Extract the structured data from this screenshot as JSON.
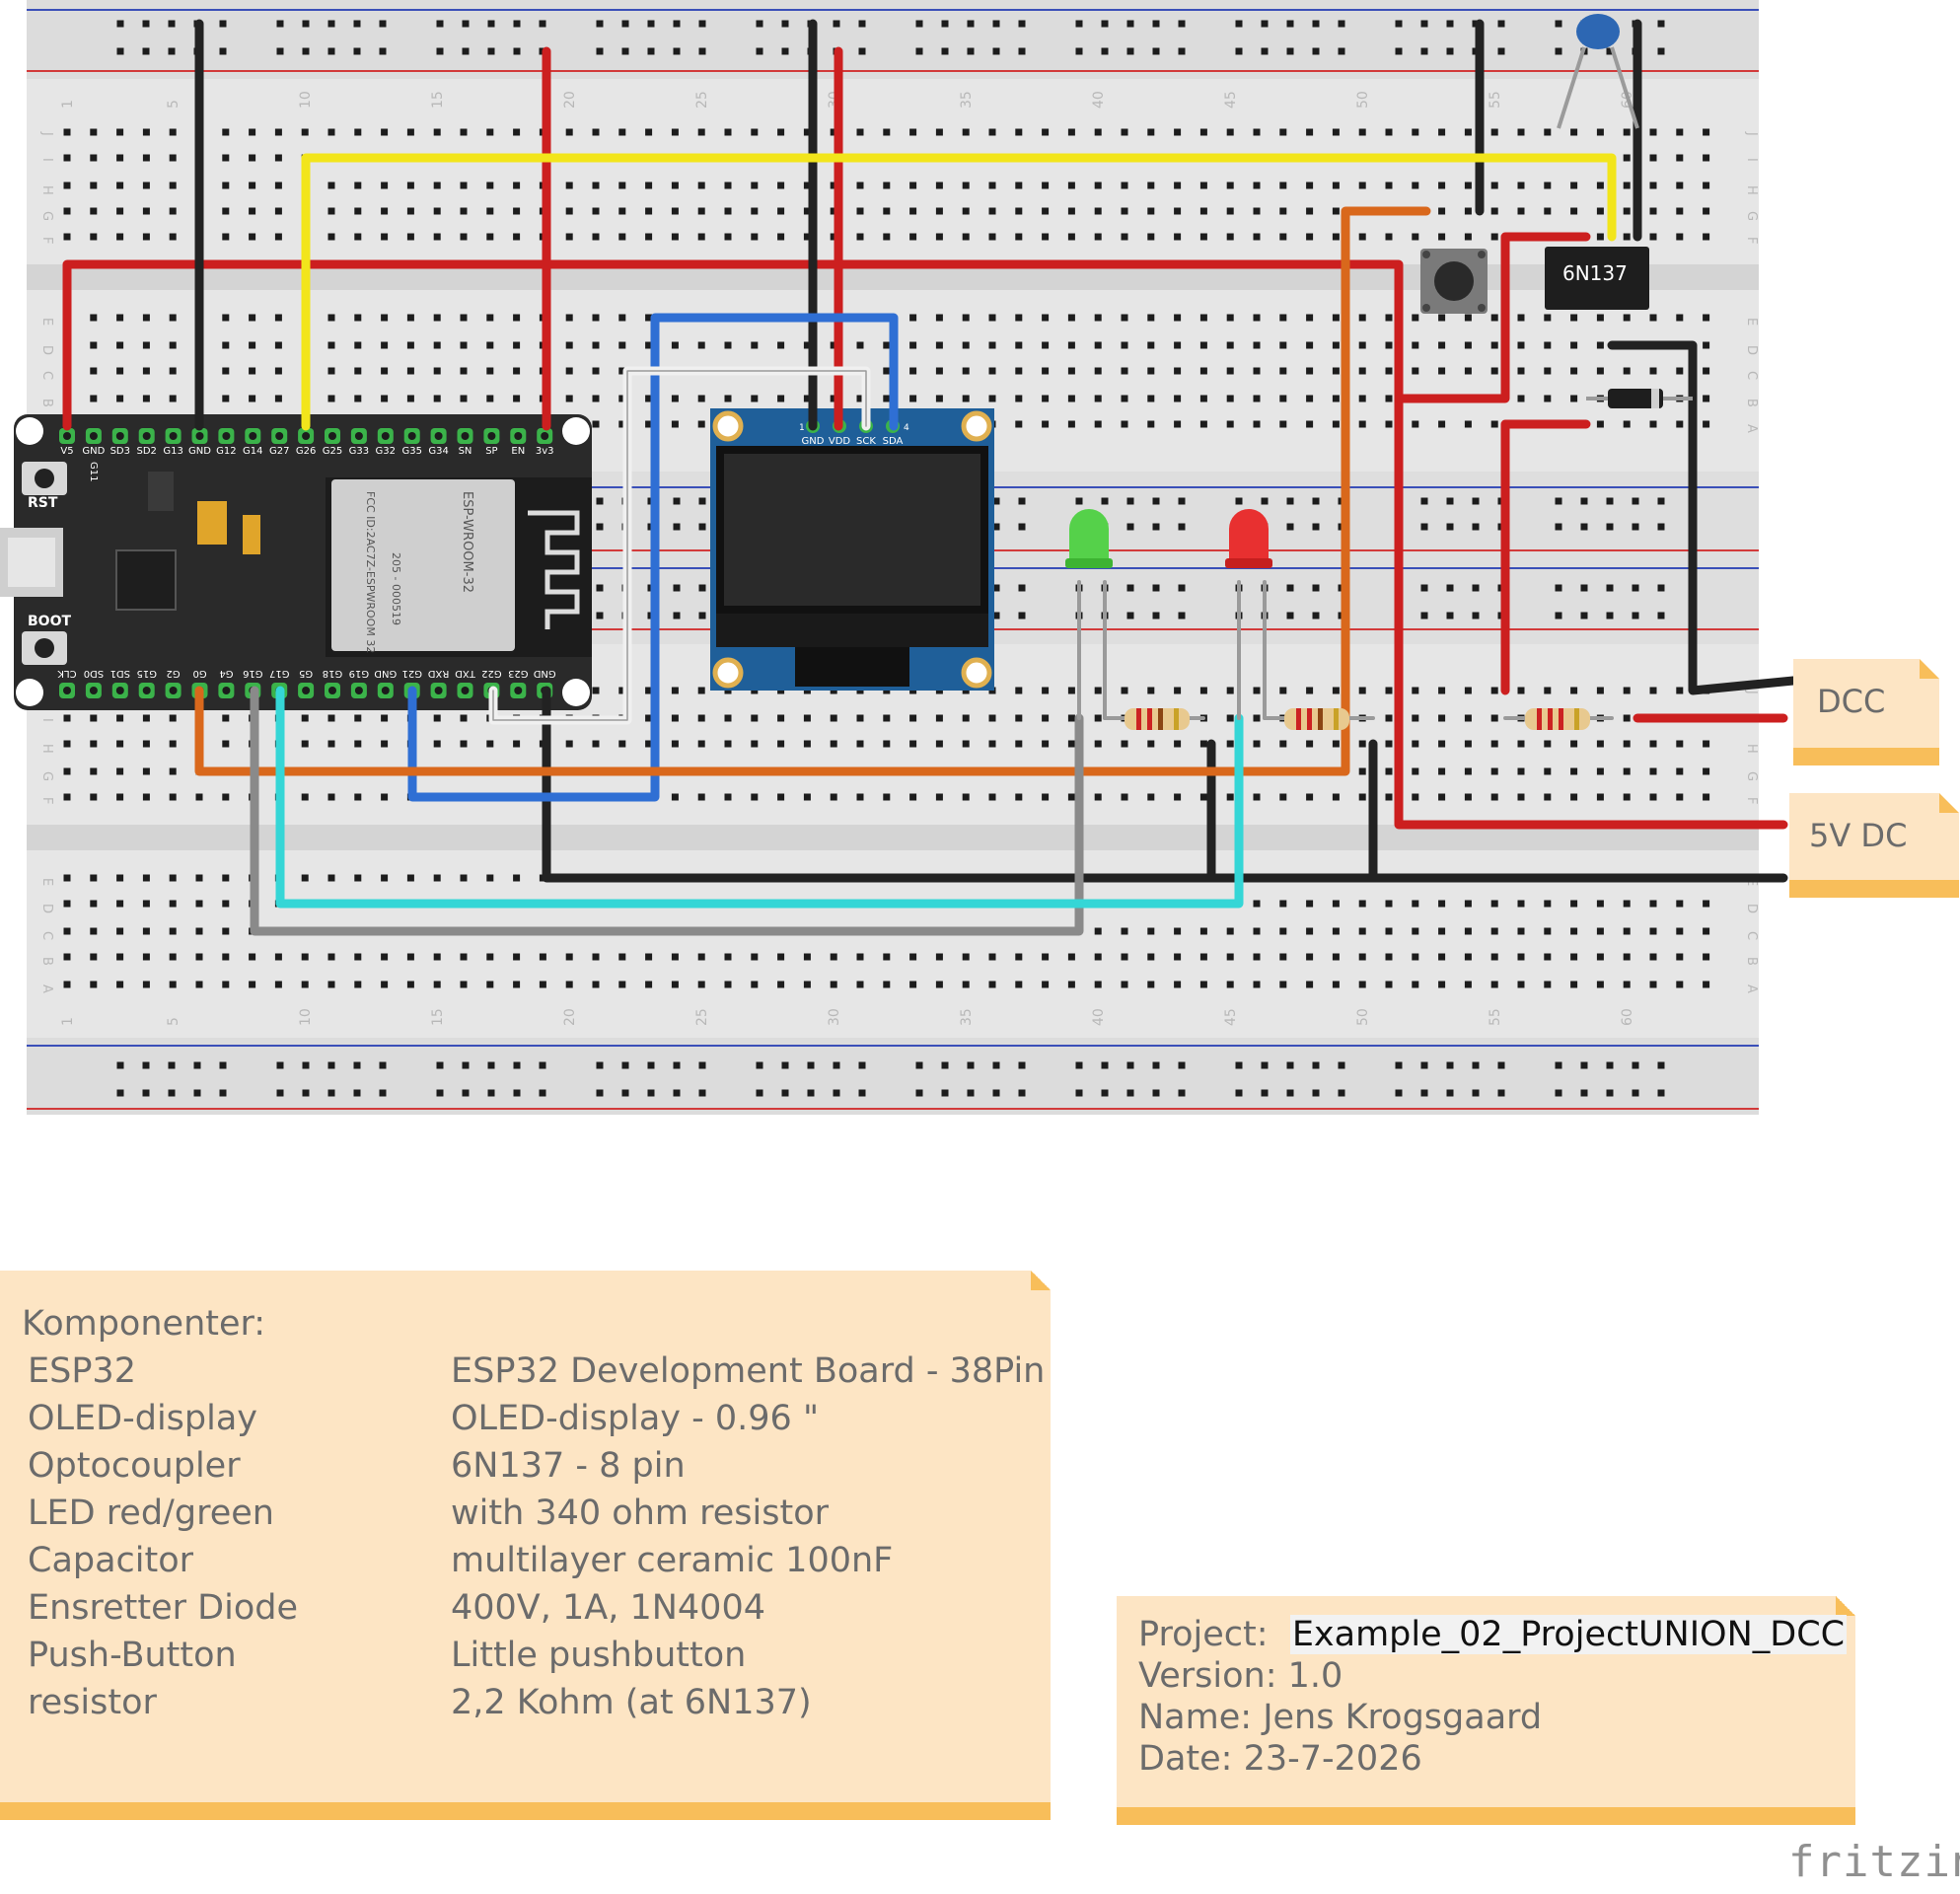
{
  "breadboard": {
    "column_numbers": [
      "1",
      "5",
      "10",
      "15",
      "20",
      "25",
      "30",
      "35",
      "40",
      "45",
      "50",
      "55",
      "60"
    ],
    "row_letters_top": [
      "J",
      "I",
      "H",
      "G",
      "F"
    ],
    "row_letters_bottom": [
      "E",
      "D",
      "C",
      "B",
      "A"
    ]
  },
  "esp32": {
    "top_pins": [
      "V5",
      "GND",
      "SD3",
      "SD2",
      "G13",
      "GND",
      "G12",
      "G14",
      "G27",
      "G26",
      "G25",
      "G33",
      "G32",
      "G35",
      "G34",
      "SN",
      "SP",
      "EN",
      "3v3"
    ],
    "bottom_pins": [
      "CLK",
      "SD0",
      "SD1",
      "G15",
      "G2",
      "G0",
      "G4",
      "G16",
      "G17",
      "G5",
      "G18",
      "G19",
      "GND",
      "G21",
      "RXD",
      "TXD",
      "G22",
      "G23",
      "GND"
    ],
    "rst_label": "RST",
    "boot_label": "BOOT",
    "module_label": "ESP-WROOM-32",
    "fcc_label": "FCC ID:2AC7Z-ESPWROOM 32",
    "cert_label": "205 - 000519",
    "g11_label": "G11"
  },
  "oled": {
    "pins": [
      "GND",
      "VDD",
      "SCK",
      "SDA"
    ],
    "pin_first": "1",
    "pin_last": "4"
  },
  "optocoupler_label": "6N137",
  "connectors": {
    "dcc": "DCC",
    "five_v": "5V DC"
  },
  "components_note": {
    "heading": "Komponenter:",
    "rows": [
      {
        "name": "ESP32",
        "desc": "ESP32 Development Board - 38Pin"
      },
      {
        "name": "OLED-display",
        "desc": "OLED-display - 0.96 \""
      },
      {
        "name": "Optocoupler",
        "desc": "6N137 - 8 pin"
      },
      {
        "name": "LED red/green",
        "desc": "with 340 ohm resistor"
      },
      {
        "name": "Capacitor",
        "desc": "multilayer ceramic 100nF"
      },
      {
        "name": "Ensretter Diode",
        "desc": "400V, 1A, 1N4004"
      },
      {
        "name": "Push-Button",
        "desc": "Little pushbutton"
      },
      {
        "name": " resistor",
        "desc": "2,2 Kohm (at 6N137)"
      }
    ]
  },
  "project_note": {
    "project_label": "Project:",
    "project_value": "Example_02_ProjectUNION_DCC",
    "version_label": "Version:",
    "version_value": "1.0",
    "name_label": "Name:",
    "name_value": "Jens Krogsgaard",
    "date_label": "Date:",
    "date_value": "23-7-2026"
  },
  "brand": "fritzing",
  "colors": {
    "wire_red": "#cc1f1f",
    "wire_black": "#222222",
    "wire_yellow": "#f2e51b",
    "wire_blue": "#2f6fd4",
    "wire_orange": "#d9681c",
    "wire_gray": "#8a8a8a",
    "wire_cyan": "#35d6d6",
    "wire_white": "#f0f0f0",
    "note_bg": "#fde5c4",
    "note_bar": "#f8be5a",
    "pin_green": "#3bb34a"
  }
}
